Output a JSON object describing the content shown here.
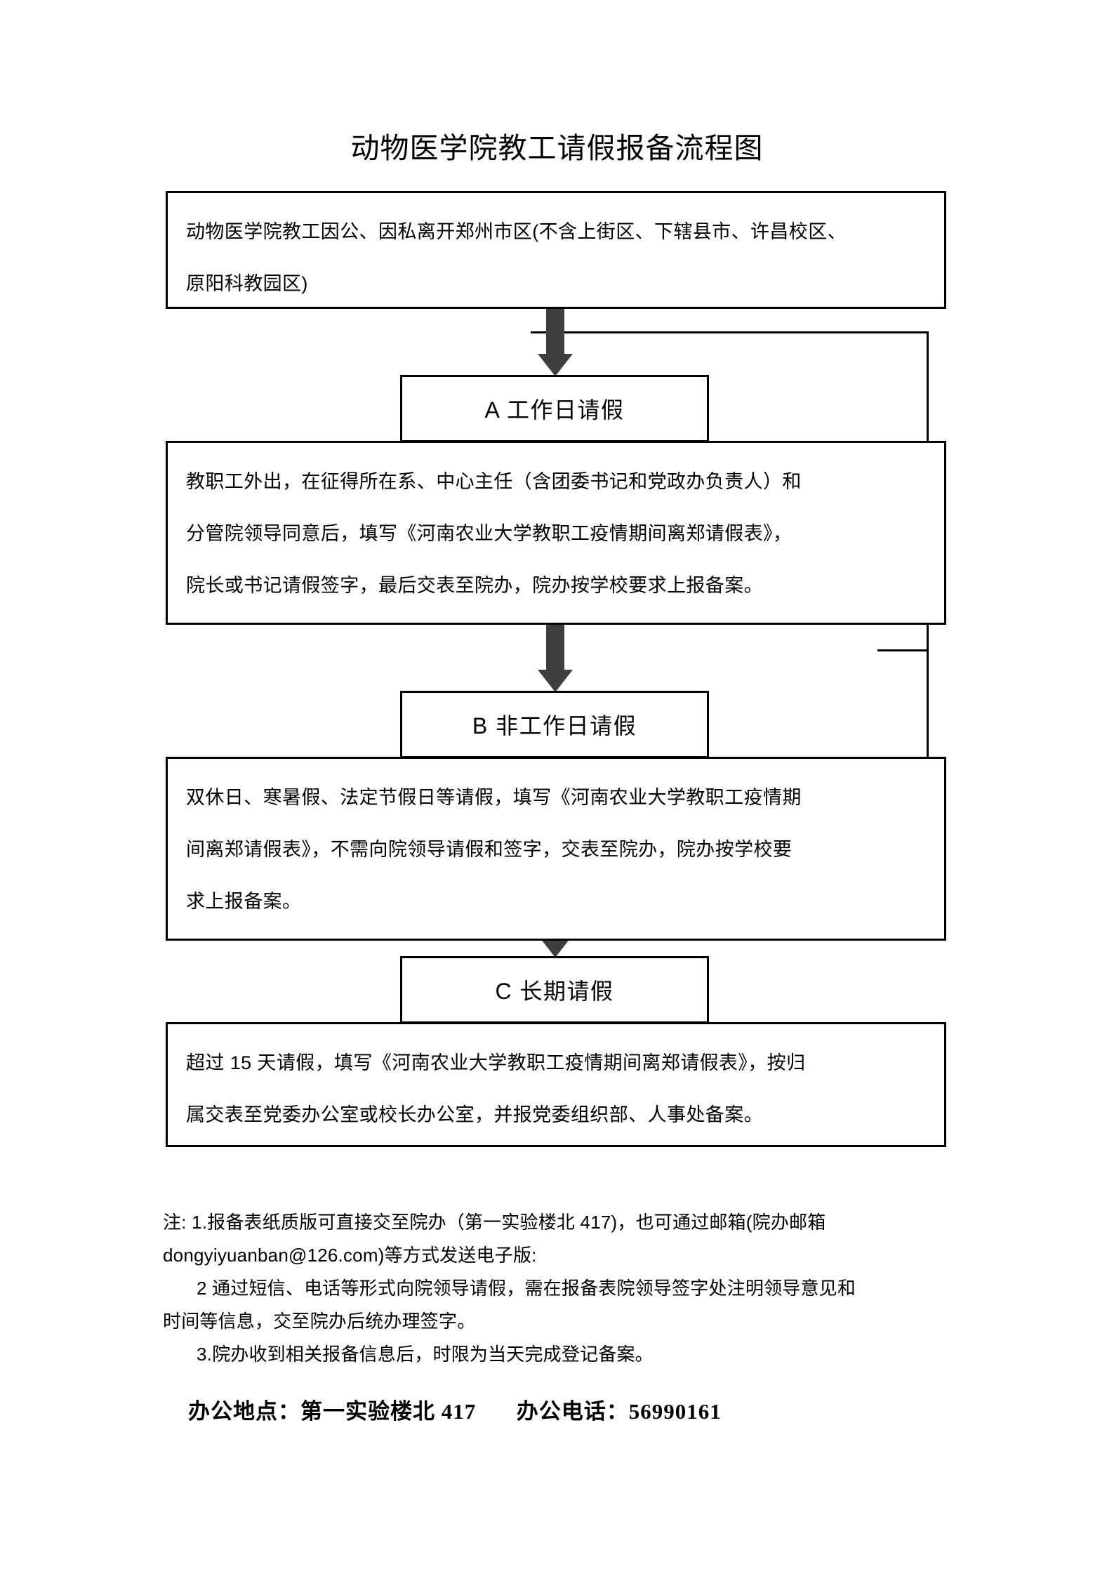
{
  "document": {
    "title": "动物医学院教工请假报备流程图"
  },
  "flow": {
    "origin": {
      "lines": [
        "动物医学院教工因公、因私离开郑州市区(不含上街区、下辖县市、许昌校区、",
        "原阳科教园区)"
      ]
    },
    "branches": [
      {
        "key": "A",
        "label": "A 工作日请假",
        "lines": [
          "教职工外出，在征得所在系、中心主任（含团委书记和党政办负责人）和",
          "分管院领导同意后，填写《河南农业大学教职工疫情期间离郑请假表》，",
          "院长或书记请假签字，最后交表至院办，院办按学校要求上报备案。"
        ]
      },
      {
        "key": "B",
        "label": "B 非工作日请假",
        "lines": [
          "双休日、寒暑假、法定节假日等请假，填写《河南农业大学教职工疫情期",
          "间离郑请假表》，不需向院领导请假和签字，交表至院办，院办按学校要",
          "求上报备案。"
        ]
      },
      {
        "key": "C",
        "label": "C 长期请假",
        "lines": [
          "超过 15 天请假，填写《河南农业大学教职工疫情期间离郑请假表》，按归",
          "属交表至党委办公室或校长办公室，并报党委组织部、人事处备案。"
        ]
      }
    ]
  },
  "notes": {
    "line1": "注: 1.报备表纸质版可直接交至院办（第一实验楼北 417)，也可通过邮箱(院办邮箱",
    "line2": "dongyiyuanban@126.com)等方式发送电子版:",
    "line3": "2 通过短信、电话等形式向院领导请假，需在报备表院领导签字处注明领导意见和",
    "line4": "时间等信息，交至院办后统办理签字。",
    "line5": "3.院办收到相关报备信息后，时限为当天完成登记备案。"
  },
  "footer": {
    "office_location": "办公地点：第一实验楼北 417",
    "office_phone": "办公电话：56990161"
  },
  "colors": {
    "border": "#000000",
    "arrow": "#3f3f3f",
    "text": "#000000",
    "background": "#ffffff"
  }
}
